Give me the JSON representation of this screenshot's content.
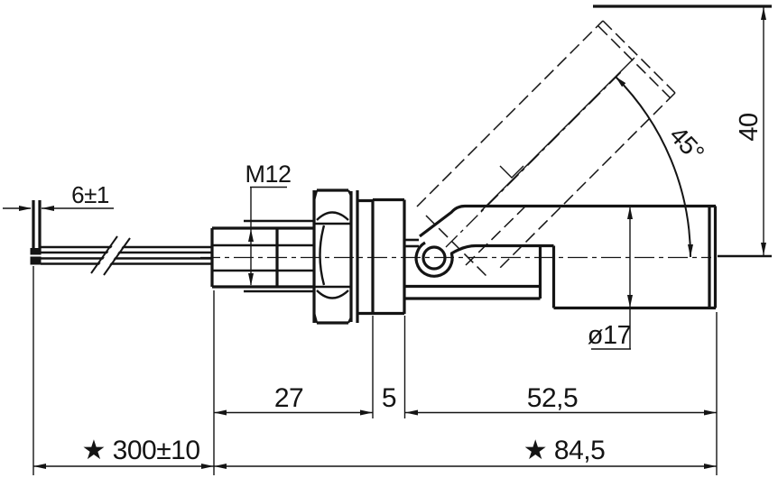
{
  "drawing": {
    "component": "float level switch side view",
    "background": "#ffffff",
    "line_color": "#141414",
    "labels": {
      "strip_length": "6±1",
      "thread": "M12",
      "thread_length": "27",
      "flange_thickness": "5",
      "body_length": "52,5",
      "cable_length": "★ 300±10",
      "total_length": "★ 84,5",
      "float_diameter": "ø17",
      "raise_height": "40",
      "swing_angle": "45°"
    }
  }
}
